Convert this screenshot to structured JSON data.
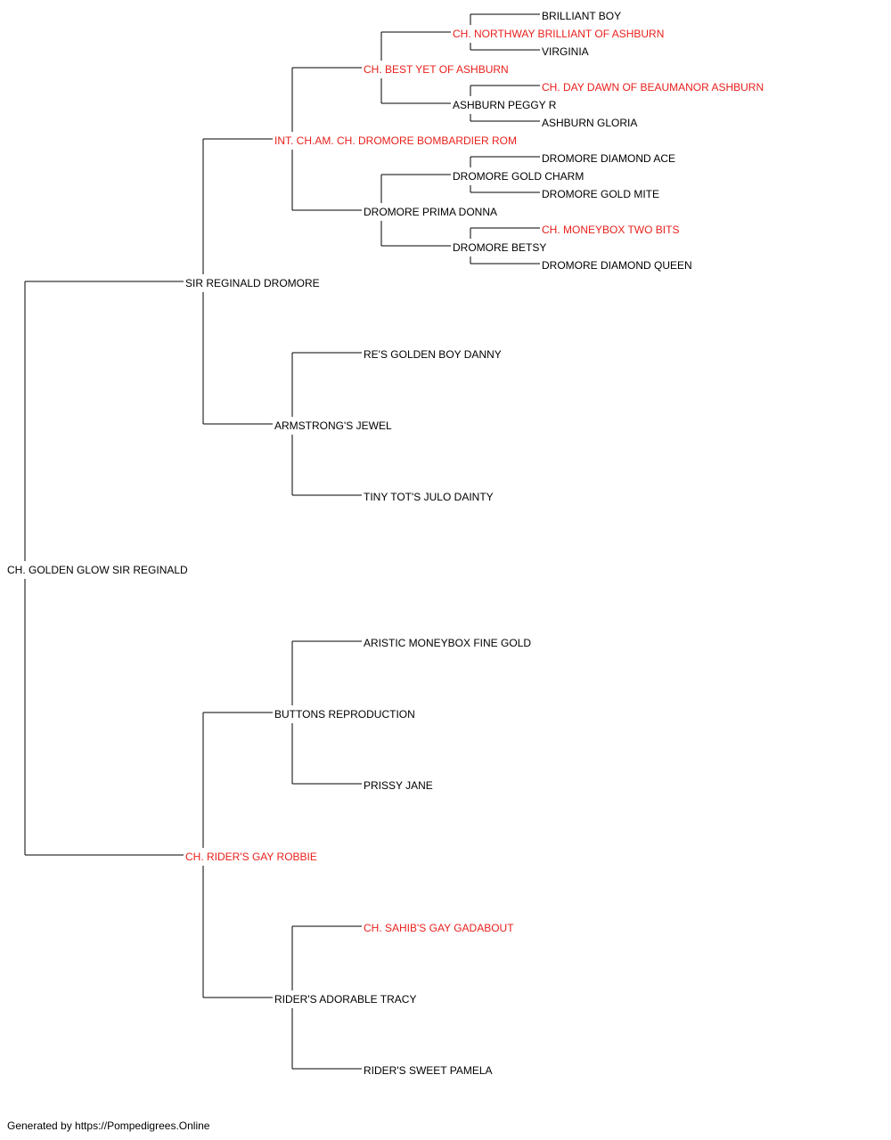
{
  "colors": {
    "champion": "#e8201c",
    "normal": "#000000",
    "line": "#000000"
  },
  "tree": {
    "name": "CH. GOLDEN GLOW SIR REGINALD",
    "champion": false,
    "sire": {
      "name": "SIR REGINALD DROMORE",
      "champion": false,
      "sire": {
        "name": "INT. CH.AM. CH. DROMORE BOMBARDIER ROM",
        "champion": true,
        "sire": {
          "name": "CH. BEST YET OF ASHBURN",
          "champion": true,
          "sire": {
            "name": "CH. NORTHWAY BRILLIANT OF ASHBURN",
            "champion": true,
            "sire": {
              "name": "BRILLIANT BOY",
              "champion": false
            },
            "dam": {
              "name": "VIRGINIA",
              "champion": false
            }
          },
          "dam": {
            "name": "ASHBURN PEGGY R",
            "champion": false,
            "sire": {
              "name": "CH. DAY DAWN OF BEAUMANOR ASHBURN",
              "champion": true
            },
            "dam": {
              "name": "ASHBURN GLORIA",
              "champion": false
            }
          }
        },
        "dam": {
          "name": "DROMORE PRIMA DONNA",
          "champion": false,
          "sire": {
            "name": "DROMORE GOLD CHARM",
            "champion": false,
            "sire": {
              "name": "DROMORE DIAMOND ACE",
              "champion": false
            },
            "dam": {
              "name": "DROMORE GOLD MITE",
              "champion": false
            }
          },
          "dam": {
            "name": "DROMORE BETSY",
            "champion": false,
            "sire": {
              "name": "CH. MONEYBOX TWO BITS",
              "champion": true
            },
            "dam": {
              "name": "DROMORE DIAMOND QUEEN",
              "champion": false
            }
          }
        }
      },
      "dam": {
        "name": "ARMSTRONG'S JEWEL",
        "champion": false,
        "sire": {
          "name": "RE'S GOLDEN BOY DANNY",
          "champion": false
        },
        "dam": {
          "name": "TINY TOT'S JULO DAINTY",
          "champion": false
        }
      }
    },
    "dam": {
      "name": "CH. RIDER'S GAY ROBBIE",
      "champion": true,
      "sire": {
        "name": "BUTTONS REPRODUCTION",
        "champion": false,
        "sire": {
          "name": "ARISTIC MONEYBOX FINE GOLD",
          "champion": false
        },
        "dam": {
          "name": "PRISSY JANE",
          "champion": false
        }
      },
      "dam": {
        "name": "RIDER'S ADORABLE TRACY",
        "champion": false,
        "sire": {
          "name": "CH. SAHIB'S GAY GADABOUT",
          "champion": true
        },
        "dam": {
          "name": "RIDER'S SWEET PAMELA",
          "champion": false
        }
      }
    }
  },
  "footer": "Generated by https://Pompedigrees.Online"
}
